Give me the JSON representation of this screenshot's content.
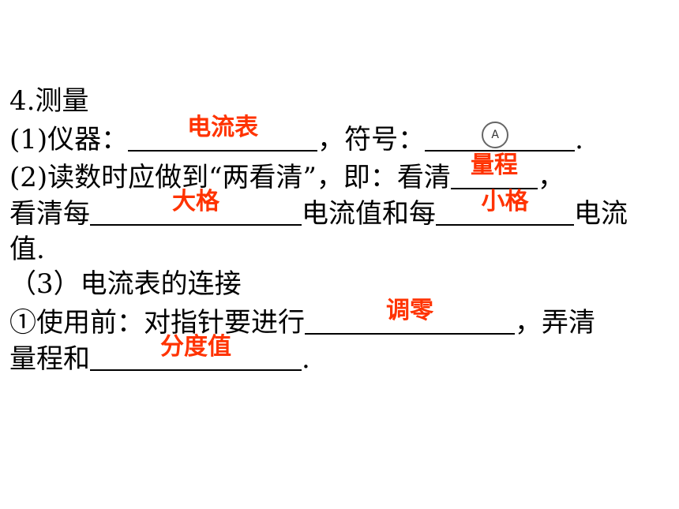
{
  "sections": {
    "heading": "4.测量",
    "instrument": {
      "prefix": "(1)仪器：",
      "answer": "电流表",
      "mid": "，符号：",
      "symbol_letter": "A",
      "end": "."
    },
    "reading": {
      "prefix": "(2)读数时应做到“两看清”，即：看清",
      "answer_range": "量程",
      "after_range": "，",
      "line2_prefix": "看清每",
      "answer_big": "大格",
      "mid": "电流值和每",
      "answer_small": "小格",
      "suffix": "电流",
      "line3": "值."
    },
    "connection": {
      "heading": "（3）电流表的连接",
      "prefix": "①使用前：对指针要进行",
      "answer_zero": "调零",
      "mid": "，弄清",
      "line2_prefix": "量程和",
      "answer_division": "分度值",
      "end": "."
    }
  },
  "colors": {
    "answer": "#ff3300",
    "text": "#000000"
  }
}
